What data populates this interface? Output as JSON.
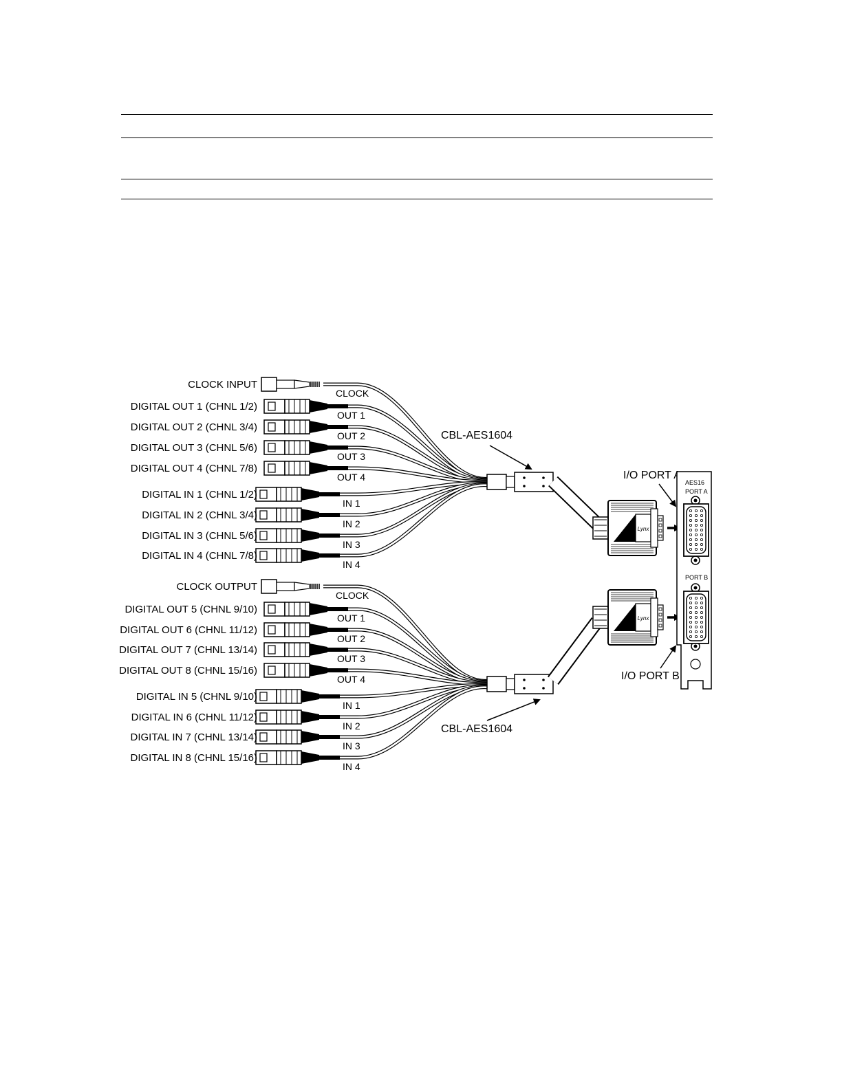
{
  "labels": {
    "group_a": [
      "CLOCK INPUT",
      "DIGITAL OUT 1 (CHNL 1/2)",
      "DIGITAL OUT 2 (CHNL 3/4)",
      "DIGITAL OUT 3 (CHNL 5/6)",
      "DIGITAL OUT 4 (CHNL 7/8)",
      "DIGITAL IN 1 (CHNL 1/2)",
      "DIGITAL IN 2 (CHNL 3/4)",
      "DIGITAL IN  3 (CHNL 5/6)",
      "DIGITAL IN 4 (CHNL 7/8)"
    ],
    "group_b": [
      "CLOCK OUTPUT",
      "DIGITAL OUT 5 (CHNL 9/10)",
      "DIGITAL OUT 6 (CHNL 11/12)",
      "DIGITAL OUT 7 (CHNL 13/14)",
      "DIGITAL OUT 8 (CHNL 15/16)",
      "DIGITAL IN 5 (CHNL 9/10)",
      "DIGITAL IN 6 (CHNL 11/12)",
      "DIGITAL IN 7 (CHNL 13/14)",
      "DIGITAL IN 8 (CHNL 15/16)"
    ],
    "tags": [
      "CLOCK",
      "OUT 1",
      "OUT 2",
      "OUT 3",
      "OUT 4",
      "IN 1",
      "IN 2",
      "IN 3",
      "IN 4"
    ],
    "cable_a": "CBL-AES1604",
    "cable_b": "CBL-AES1604",
    "port_a_callout": "I/O PORT A",
    "port_b_callout": "I/O PORT B",
    "bracket_title": "AES16",
    "bracket_port_a": "PORT A",
    "bracket_port_b": "PORT B",
    "plug_logo": "Lynx"
  }
}
